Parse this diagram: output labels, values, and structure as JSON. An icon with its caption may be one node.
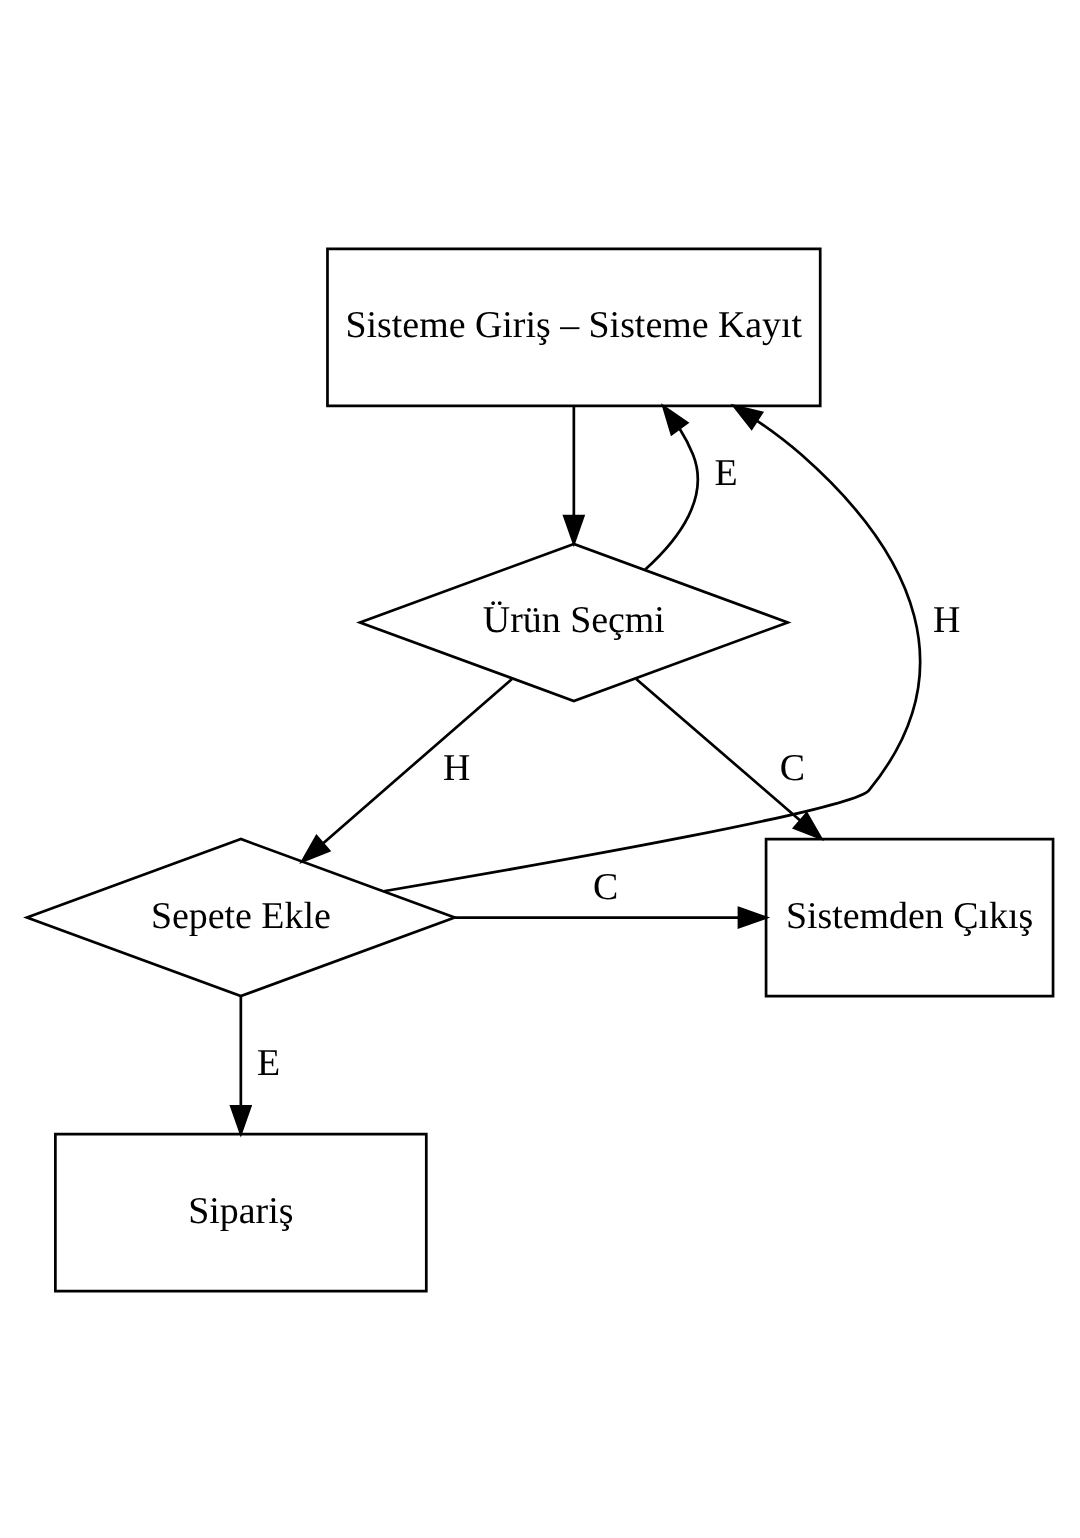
{
  "diagram": {
    "nodes": [
      {
        "text": [
          "Sisteme Giriş – Sisteme Kayıt"
        ]
      },
      {
        "text": [
          "Ürün Seçmi"
        ]
      },
      {
        "text": [
          "Sepete Ekle"
        ]
      },
      {
        "text": [
          "Sistemden Çıkış"
        ]
      },
      {
        "text": [
          "Sipariş"
        ]
      }
    ],
    "edges": [
      {
        "from": 0,
        "to": 1,
        "arrow": "to"
      },
      {
        "from": 1,
        "to": 0,
        "arrow": "to",
        "label": "E"
      },
      {
        "from": 1,
        "to": 3,
        "arrow": "to",
        "label": "C"
      },
      {
        "from": 1,
        "to": 2,
        "arrow": "to",
        "label": "H"
      },
      {
        "from": 2,
        "to": 0,
        "arrow": "to",
        "label": "H"
      },
      {
        "from": 2,
        "to": 3,
        "arrow": "to",
        "label": "C"
      },
      {
        "from": 2,
        "to": 4,
        "arrow": "to",
        "label": "E"
      }
    ]
  }
}
